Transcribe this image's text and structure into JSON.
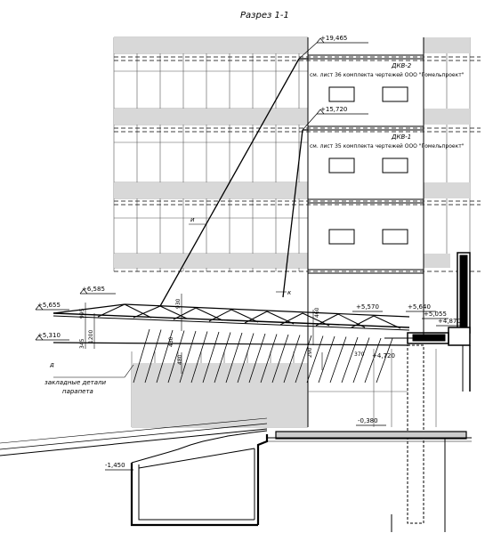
{
  "title": "Разрез 1-1",
  "notes": {
    "dkv2_label": "ДКВ-2",
    "dkv2_ref": "см. лист 36 комплекта чертежей ООО \"Гомельпроект\"",
    "dkv1_label": "ДКВ-1",
    "dkv1_ref": "см. лист 35 комплекта чертежей ООО \"Гомельпроект\"",
    "embedded_parts_line1": "закладные детали",
    "embedded_parts_line2": "парапета",
    "cable_u": "и",
    "cable_k": "к",
    "axis_letter": "д"
  },
  "elevations": {
    "e19465": "+19,465",
    "e15720": "+15,720",
    "e6585": "+6,585",
    "e5655": "+5,655",
    "e5310": "+5,310",
    "e5570": "+5,570",
    "e5640": "+5,640",
    "e5055": "+5,055",
    "e4870": "+4,870",
    "e4720": "+4,720",
    "em0380": "-0,380",
    "em1450": "-1,450"
  },
  "dimensions": {
    "d930": "930",
    "d995": "995",
    "d1200": "1200",
    "d345": "345",
    "d430": "430",
    "d480": "480",
    "d460": "460",
    "d290": "290",
    "d370": "370"
  }
}
